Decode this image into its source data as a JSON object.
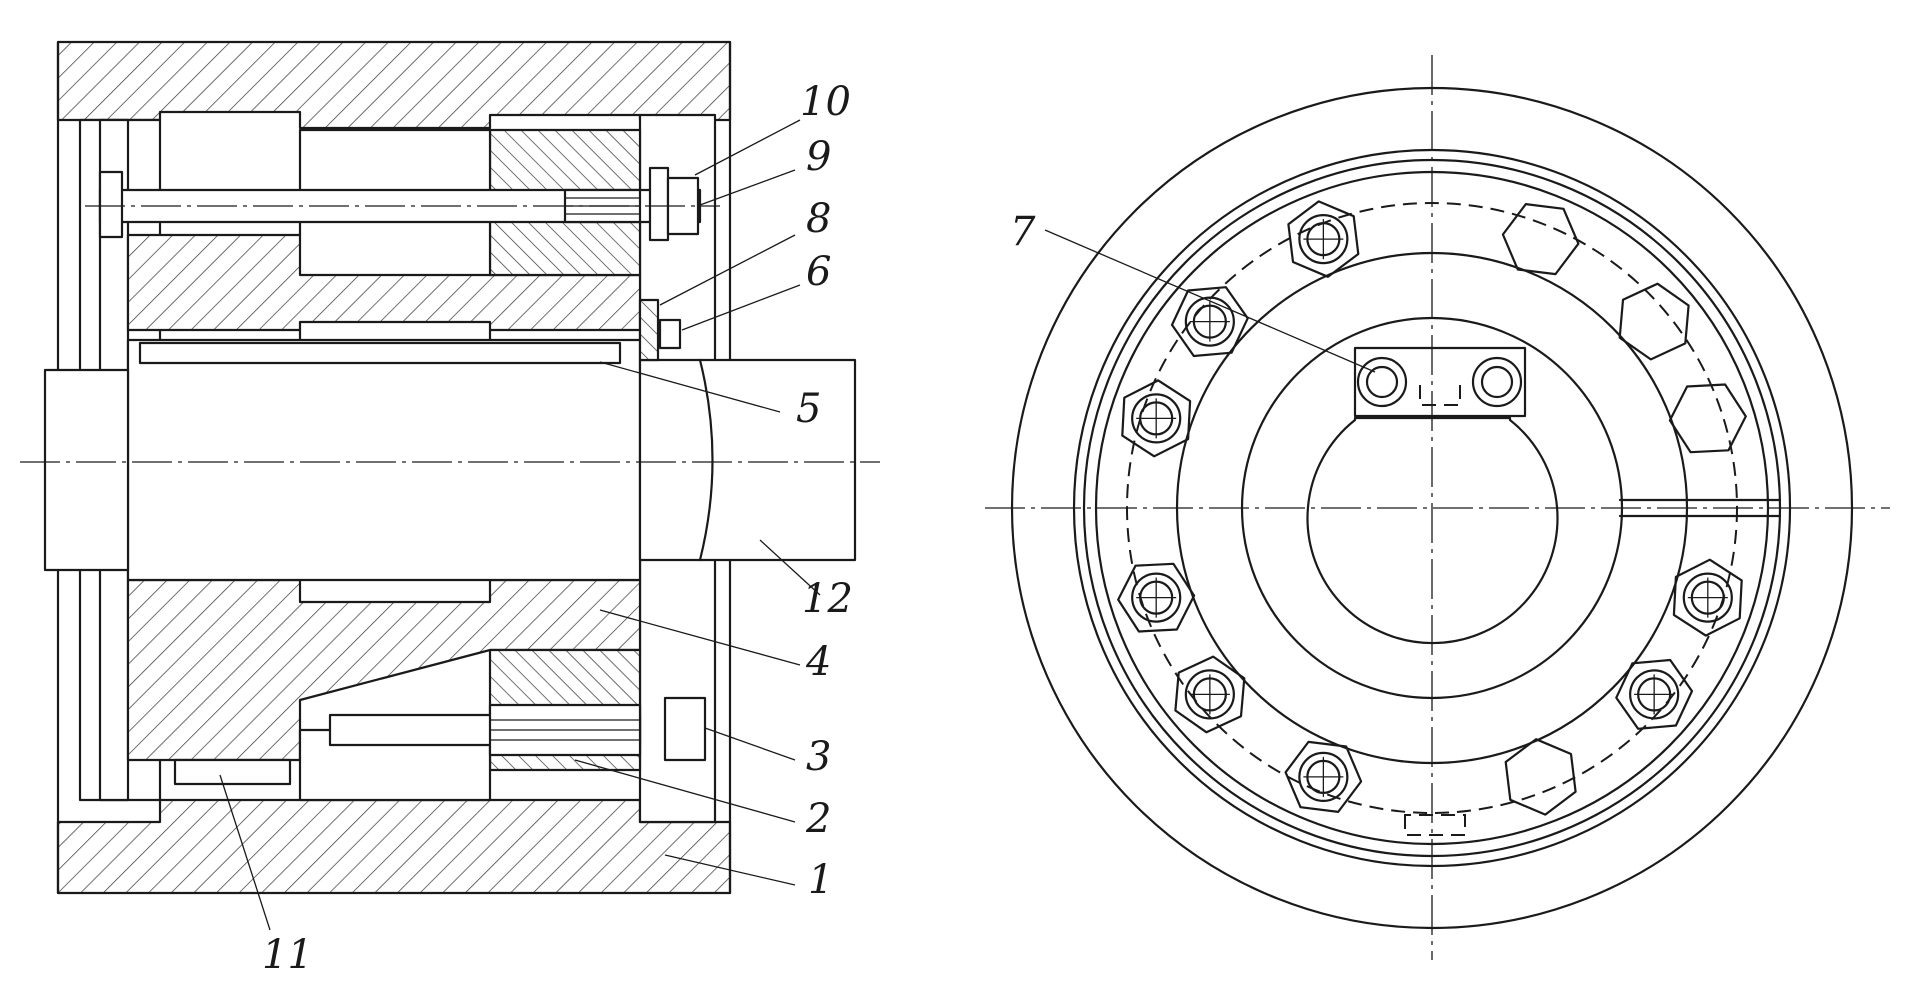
{
  "figure": {
    "callouts": [
      {
        "id": "c10",
        "text": "10"
      },
      {
        "id": "c9",
        "text": "9"
      },
      {
        "id": "c8",
        "text": "8"
      },
      {
        "id": "c6",
        "text": "6"
      },
      {
        "id": "c5",
        "text": "5"
      },
      {
        "id": "c12",
        "text": "12"
      },
      {
        "id": "c4",
        "text": "4"
      },
      {
        "id": "c3",
        "text": "3"
      },
      {
        "id": "c2",
        "text": "2"
      },
      {
        "id": "c1",
        "text": "1"
      },
      {
        "id": "c11",
        "text": "11"
      },
      {
        "id": "c7",
        "text": "7"
      }
    ]
  }
}
